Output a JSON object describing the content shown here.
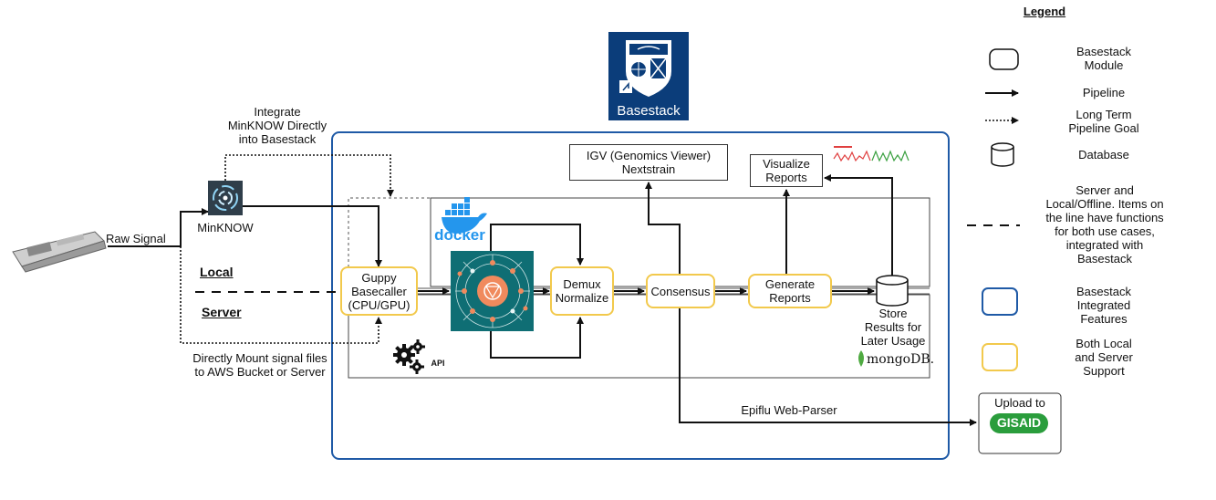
{
  "legend": {
    "title": "Legend",
    "module": "Basestack\nModule",
    "pipeline": "Pipeline",
    "long_term": "Long Term\nPipeline Goal",
    "database": "Database",
    "server_local": "Server and\nLocal/Offline. Items on\nthe line have functions\nfor both use cases,\nintegrated with\nBasestack",
    "integrated": "Basestack\nIntegrated\nFeatures",
    "both": "Both Local\nand Server\nSupport"
  },
  "logo": {
    "name": "Basestack"
  },
  "labels": {
    "raw_signal": "Raw Signal",
    "minknow": "MinKNOW",
    "integrate": "Integrate\nMinKNOW Directly\ninto Basestack",
    "local": "Local",
    "server": "Server",
    "mount": "Directly Mount signal files\nto AWS Bucket or Server",
    "docker": "docker",
    "api": "API",
    "store": "Store\nResults for\nLater Usage",
    "mongodb": "mongoDB.",
    "epiflu": "Epiflu Web-Parser",
    "upload": "Upload to",
    "gisaid": "GISAID"
  },
  "modules": {
    "guppy": "Guppy\nBasecaller\n(CPU/GPU)",
    "demux": "Demux\nNormalize",
    "consensus": "Consensus",
    "reports": "Generate\nReports",
    "igv": "IGV (Genomics Viewer)\nNextstrain",
    "visualize": "Visualize\nReports"
  },
  "colors": {
    "integrated_border": "#1f5aa6",
    "both_border": "#f2c94c",
    "logo_bg": "#0b3d7a",
    "docker_blue": "#2496ed",
    "teal": "#0f6e74",
    "node_orange": "#f08a5d",
    "gisaid_green": "#2a9d3c",
    "mongo_green": "#4faa41"
  }
}
